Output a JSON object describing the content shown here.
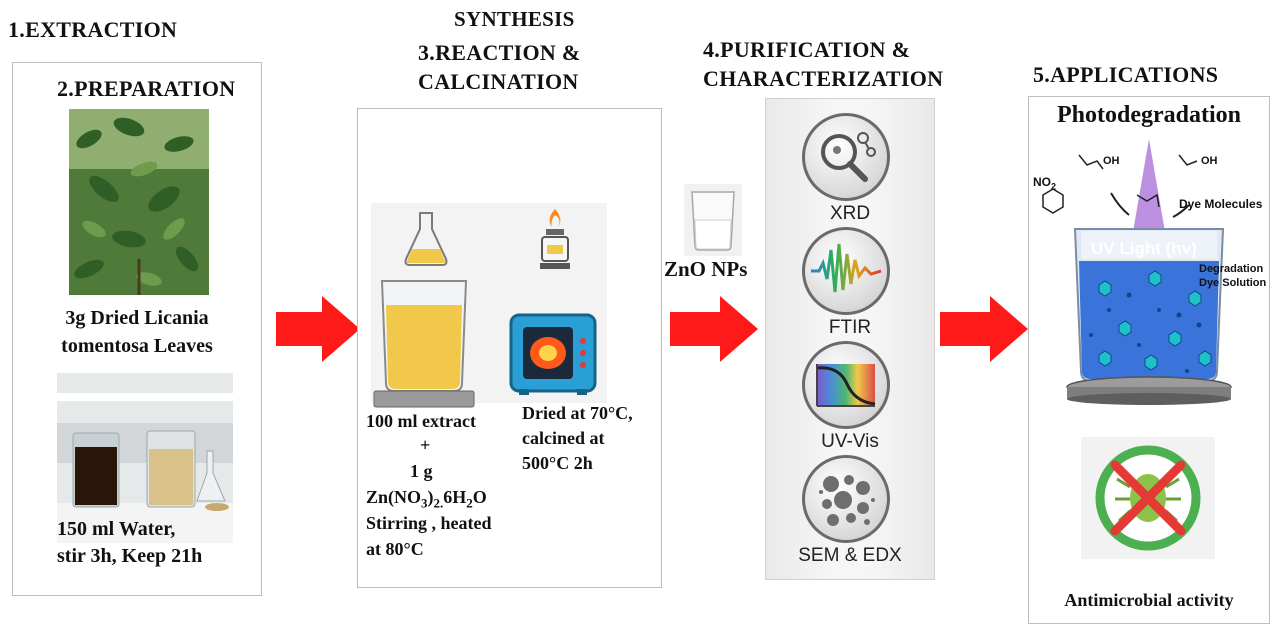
{
  "headers": {
    "extraction": "1.EXTRACTION",
    "synthesis": "SYNTHESIS",
    "preparation": "2.PREPARATION",
    "reaction_line1": "3.REACTION &",
    "reaction_line2": "CALCINATION",
    "purification_line1": "4.PURIFICATION &",
    "purification_line2": "CHARACTERIZATION",
    "applications": "5.APPLICATIONS"
  },
  "extraction": {
    "leaves_line1": "3g Dried Licania",
    "leaves_line2": "tomentosa Leaves",
    "water_line1": "150 ml Water,",
    "water_line2": "stir 3h, Keep 21h"
  },
  "reaction": {
    "left_line1": "100 ml extract",
    "left_plus": "+",
    "left_line3": "1 g",
    "left_formula_a": "Zn(NO",
    "left_formula_sub1": "3",
    "left_formula_b": ")",
    "left_formula_sub2": "2.",
    "left_formula_c": "6H",
    "left_formula_sub3": "2",
    "left_formula_d": "O",
    "left_line5": "Stirring , heated",
    "left_line6": "at 80°C",
    "right_line1": "Dried at 70°C,",
    "right_line2": "calcined at",
    "right_line3": "500°C 2h"
  },
  "product": {
    "label": "ZnO NPs"
  },
  "characterization": {
    "techniques": [
      "XRD",
      "FTIR",
      "UV-Vis",
      "SEM & EDX"
    ]
  },
  "applications": {
    "photodegradation": "Photodegradation",
    "uv_light": "UV Light (hv)",
    "dye_molecules": "Dye Molecules",
    "degradation_line1": "Degradation",
    "degradation_line2": "Dye Solution",
    "nitro_label": "NO",
    "nitro_sub": "2",
    "oh_label": "OH",
    "antimicrobial": "Antimicrobial activity"
  },
  "colors": {
    "arrow": "#ff1a1a",
    "beaker_liquid": "#f2c84b",
    "dye_solution": "#3a73d9",
    "uv_beam": "#b07bdc",
    "antimicrobial_ring": "#4caf50",
    "cross": "#e53935"
  }
}
